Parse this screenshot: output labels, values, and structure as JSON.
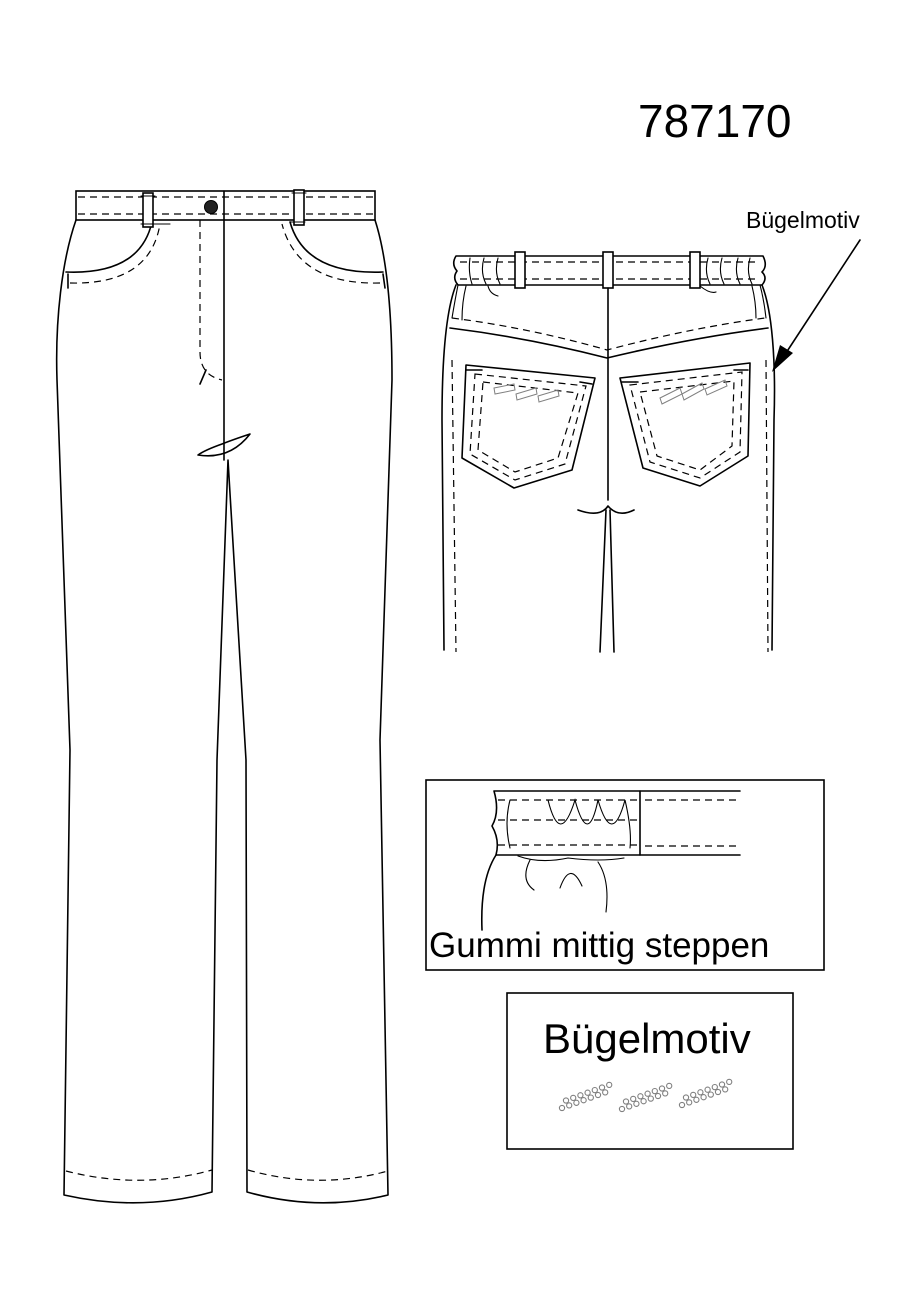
{
  "style_number": "787170",
  "callout_label": "Bügelmotiv",
  "detail_panel": {
    "caption": "Gummi mittig steppen"
  },
  "motif_panel": {
    "title": "Bügelmotiv"
  },
  "colors": {
    "line": "#000000",
    "background": "#ffffff",
    "motif_beads": "#808080"
  }
}
